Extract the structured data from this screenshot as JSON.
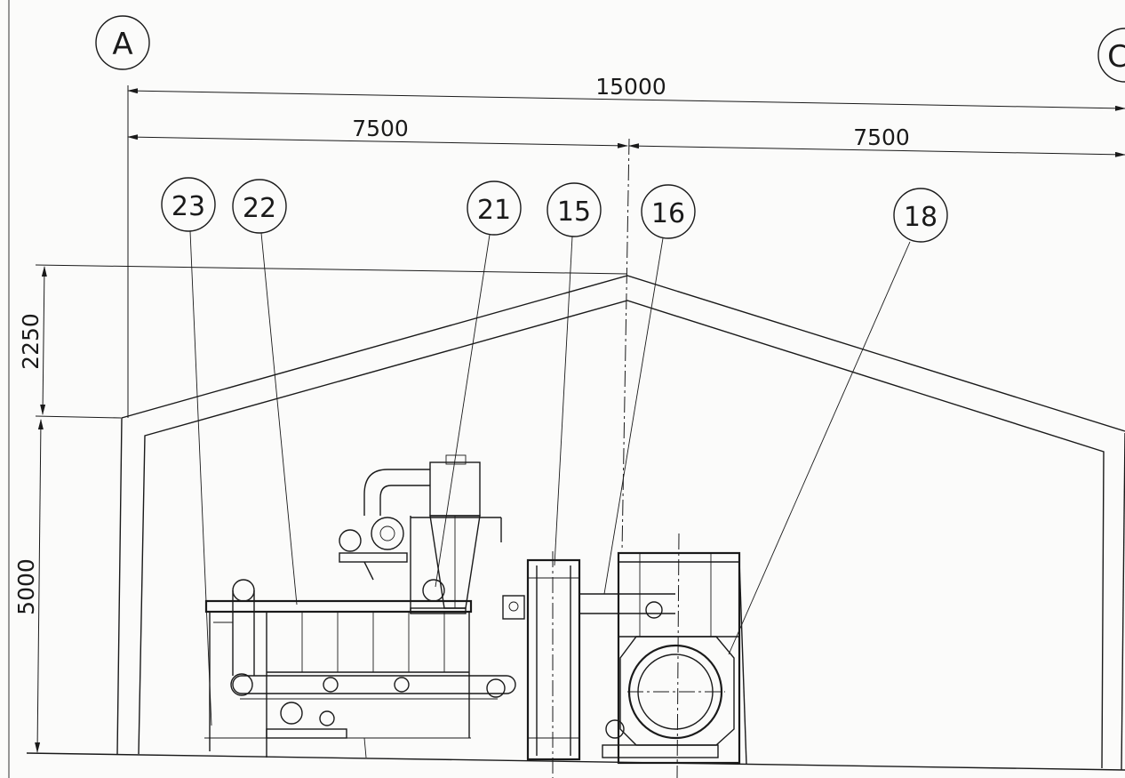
{
  "axes": [
    "A",
    "C"
  ],
  "dimensions": {
    "overall_width": "15000",
    "left_half": "7500",
    "right_half": "7500",
    "roof_rise": "2250",
    "wall_height": "5000"
  },
  "tags": [
    "23",
    "22",
    "21",
    "15",
    "16",
    "18"
  ]
}
